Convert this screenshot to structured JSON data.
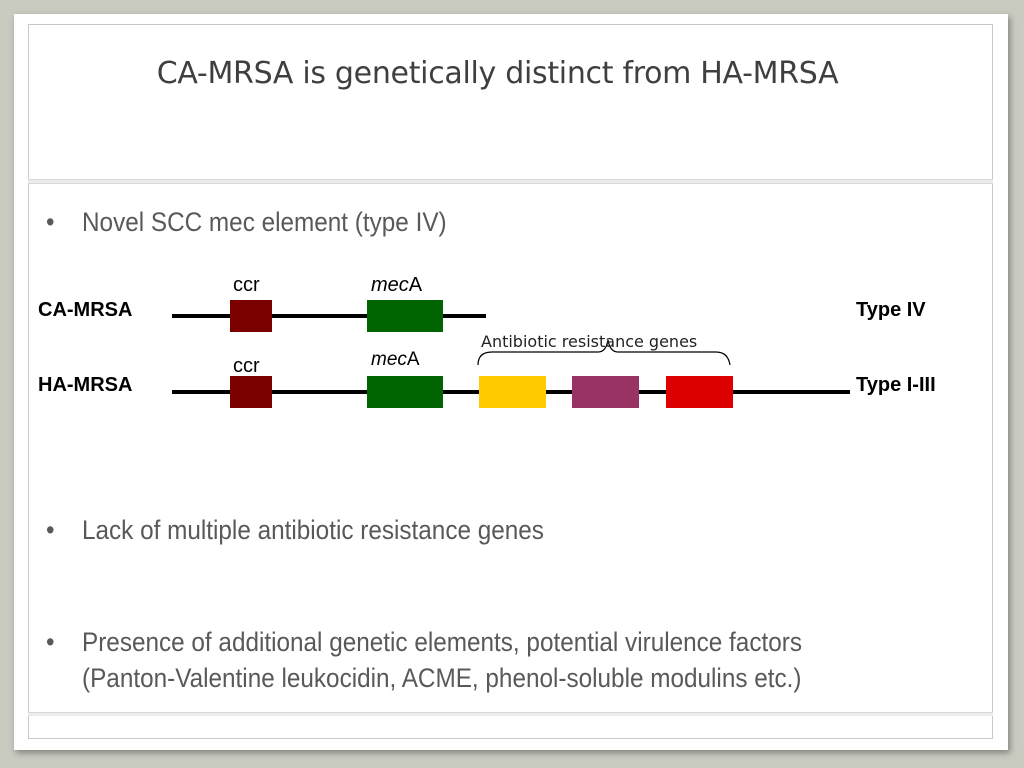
{
  "slide": {
    "title": "CA-MRSA is genetically distinct from HA-MRSA",
    "bullets": [
      {
        "text": "Novel SCC mec element (type IV)"
      },
      {
        "text": "Lack of multiple antibiotic resistance genes"
      },
      {
        "line1": "Presence of additional genetic elements, potential virulence factors",
        "line2": "(Panton-Valentine leukocidin, ACME, phenol-soluble modulins etc.)"
      }
    ],
    "bullet_symbol": "•"
  },
  "diagram": {
    "rows": [
      {
        "strain": "CA-MRSA",
        "type": "Type IV"
      },
      {
        "strain": "HA-MRSA",
        "type": "Type I-III"
      }
    ],
    "labels": {
      "ccr": "ccr",
      "mec_italic": "mec",
      "mec_suffix": "A",
      "resistance_brace": "Antibiotic resistance genes"
    },
    "colors": {
      "ccr": "#7b0000",
      "mecA": "#006400",
      "gene_yellow": "#ffcc00",
      "gene_purple": "#993366",
      "gene_red": "#dd0000",
      "line": "#000000"
    }
  }
}
